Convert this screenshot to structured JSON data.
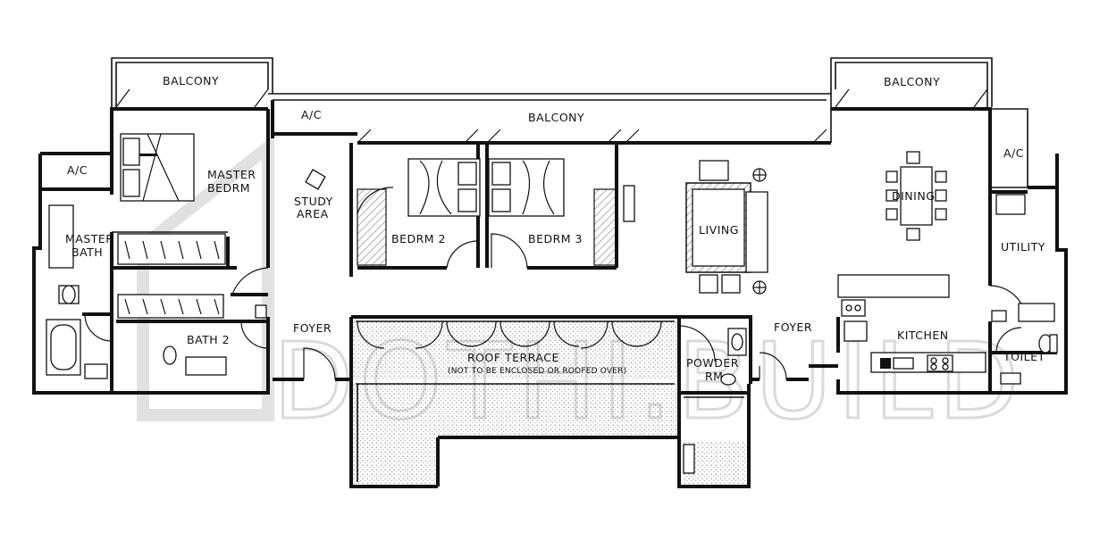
{
  "watermark": {
    "text": "DOTHI.BUILD"
  },
  "rooms": {
    "balcony_left": "BALCONY",
    "balcony_center": "BALCONY",
    "balcony_right": "BALCONY",
    "ac_left": "A/C",
    "ac_center": "A/C",
    "ac_right": "A/C",
    "master_bedrm_1": "MASTER",
    "master_bedrm_2": "BEDRM",
    "master_bath_1": "MASTER",
    "master_bath_2": "BATH",
    "study_1": "STUDY",
    "study_2": "AREA",
    "bedrm2": "BEDRM  2",
    "bedrm3": "BEDRM 3",
    "living": "LIVING",
    "dining": "DINING",
    "utility": "UTILITY",
    "kitchen": "KITCHEN",
    "toilet": "TOILET",
    "bath2": "BATH 2",
    "foyer_left": "FOYER",
    "foyer_right": "FOYER",
    "powder_1": "POWDER",
    "powder_2": "RM",
    "roof_terrace": "ROOF TERRACE",
    "roof_terrace_note": "(NOT TO BE ENCLOSED OR ROOFED OVER)"
  },
  "colors": {
    "line": "#111111",
    "watermark": "#bdbdbd",
    "background": "#ffffff"
  }
}
